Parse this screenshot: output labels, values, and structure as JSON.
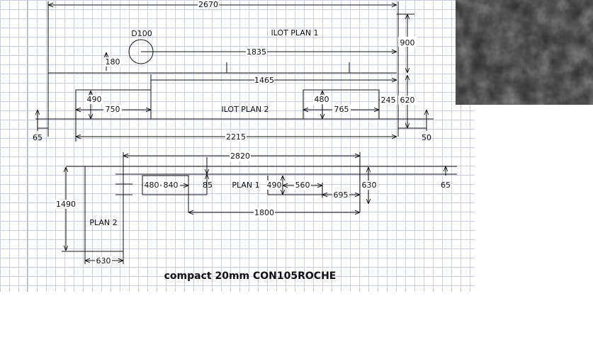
{
  "drawing": {
    "material_title": "compact 20mm CON105ROCHE",
    "ilot_plan_1": {
      "label": "ILOT PLAN 1",
      "hole_label": "D100",
      "dims": {
        "overall_length": "2670",
        "depth": "900",
        "hole_to_edge": "1835",
        "hole_offset": "180",
        "inner_length": "1465",
        "step_depth": "620"
      }
    },
    "ilot_plan_2": {
      "label": "ILOT PLAN 2",
      "dims": {
        "left_depth": "490",
        "left_width": "750",
        "right_depth": "480",
        "right_width": "765",
        "right_offset": "245",
        "left_margin": "65",
        "right_margin": "50",
        "length": "2215"
      }
    },
    "plan_1": {
      "label": "PLAN 1",
      "dims": {
        "length": "2820",
        "left_depth": "480",
        "left_width": "840",
        "gap": "85",
        "mid_depth": "490",
        "mid_width": "560",
        "right_width": "695",
        "depth": "630",
        "right_margin": "65",
        "bottom_length": "1800"
      }
    },
    "plan_2": {
      "label": "PLAN 2",
      "dims": {
        "height": "1490",
        "width": "630"
      }
    }
  },
  "swatch": {
    "name": "stone-texture-swatch",
    "base_color": "#2b2b2b"
  }
}
